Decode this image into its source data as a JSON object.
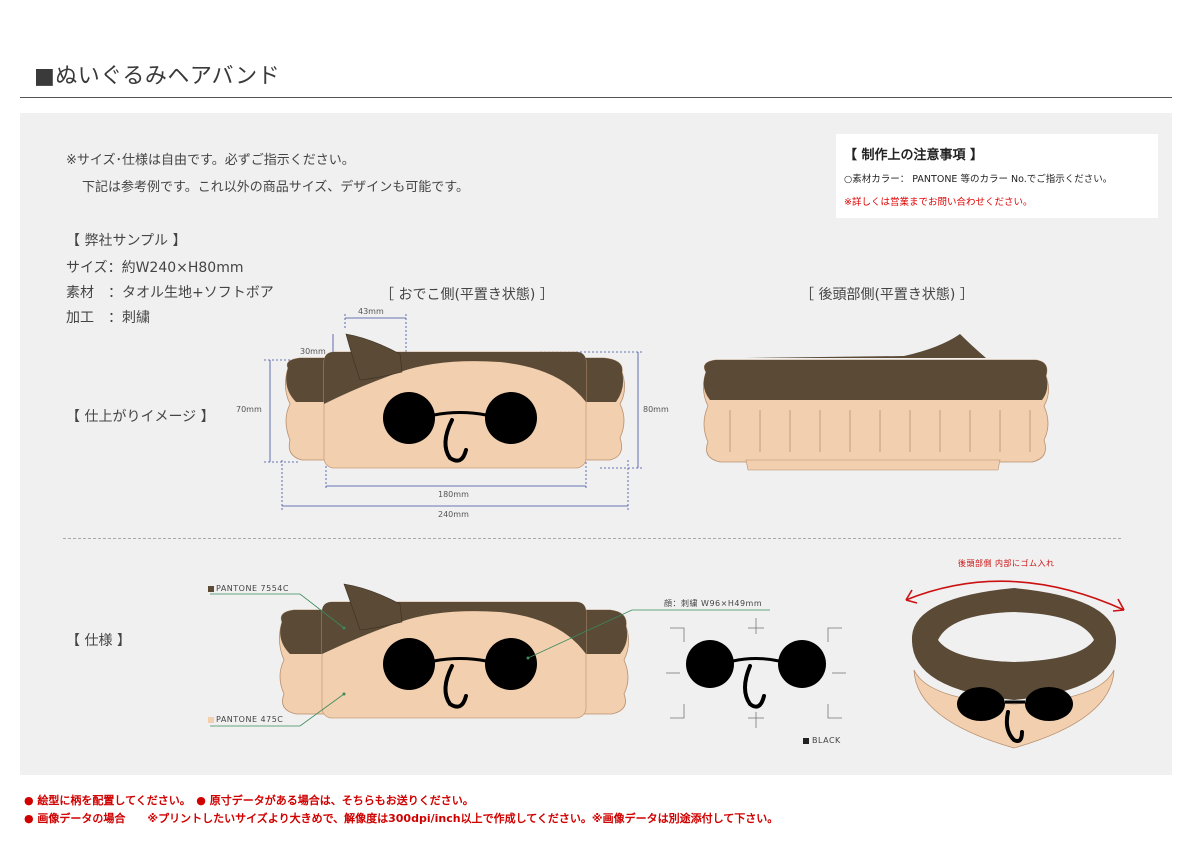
{
  "header": {
    "title": "■ぬいぐるみヘアバンド"
  },
  "intro": {
    "line1": "※サイズ･仕様は自由です。必ずご指示ください。",
    "line2": "下記は参考例です。これ以外の商品サイズ、デザインも可能です。"
  },
  "notice": {
    "title": "【 制作上の注意事項 】",
    "line1": "○素材カラー：  PANTONE 等のカラー No.でご指示ください。",
    "line2": "※詳しくは営業までお問い合わせください。"
  },
  "sample": {
    "heading": "【 弊社サンプル 】",
    "size": "サイズ：約W240×H80mm",
    "material": "素材　：タオル生地+ソフトボア",
    "process": "加工　：刺繍"
  },
  "views": {
    "front": "［ おでこ側(平置き状態) ］",
    "back": "［ 後頭部側(平置き状態) ］"
  },
  "finish": {
    "label": "【 仕上がりイメージ 】"
  },
  "dimensions": {
    "d43": "43mm",
    "d30": "30mm",
    "d70": "70mm",
    "d80": "80mm",
    "d180": "180mm",
    "d240": "240mm"
  },
  "spec": {
    "label": "【 仕様 】",
    "pantone_hair": "PANTONE 7554C",
    "pantone_skin": "PANTONE 475C",
    "embroidery": "顔：刺繍 W96×H49mm",
    "black": "BLACK",
    "elastic": "後頭部側 内部にゴム入れ"
  },
  "colors": {
    "hair": "#5a4a36",
    "skin": "#f2cfae",
    "embroidery_line": "#3a8a5a",
    "dimension_line": "#3a4aa0",
    "arrow_red": "#cc1111"
  },
  "footer": {
    "line1": "● 絵型に柄を配置してください。　● 原寸データがある場合は、そちらもお送りください。",
    "line2": "● 画像データの場合　　※プリントしたいサイズより大きめで、解像度は300dpi/inch以上で作成してください。※画像データは別途添付して下さい。"
  }
}
